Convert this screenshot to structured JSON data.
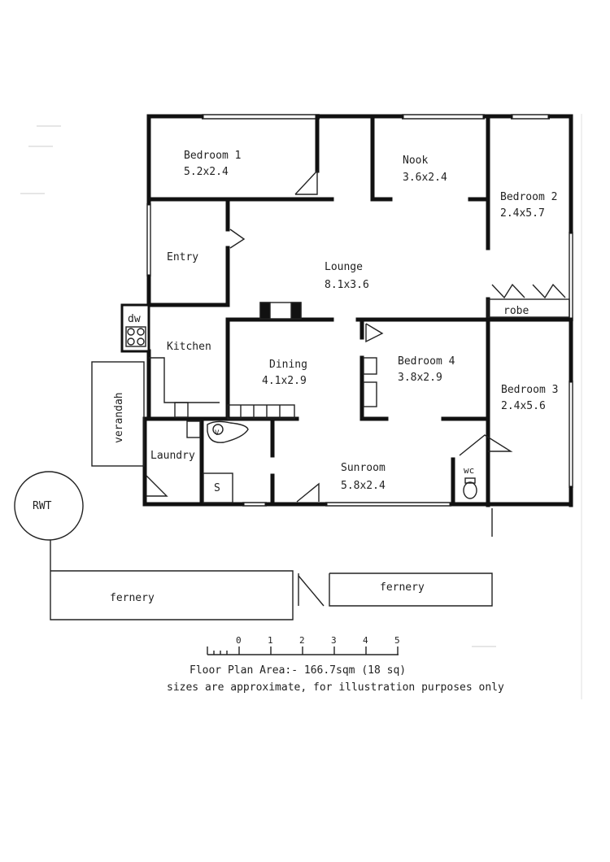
{
  "rooms": {
    "bedroom1": {
      "name": "Bedroom 1",
      "size": "5.2x2.4"
    },
    "nook": {
      "name": "Nook",
      "size": "3.6x2.4"
    },
    "bedroom2": {
      "name": "Bedroom 2",
      "size": "2.4x5.7"
    },
    "entry": {
      "name": "Entry"
    },
    "lounge": {
      "name": "Lounge",
      "size": "8.1x3.6"
    },
    "robe": {
      "name": "robe"
    },
    "kitchen": {
      "name": "Kitchen"
    },
    "dw": {
      "name": "dw"
    },
    "dining": {
      "name": "Dining",
      "size": "4.1x2.9"
    },
    "bedroom4": {
      "name": "Bedroom 4",
      "size": "3.8x2.9"
    },
    "bedroom3": {
      "name": "Bedroom 3",
      "size": "2.4x5.6"
    },
    "verandah": {
      "name": "verandah"
    },
    "laundry": {
      "name": "Laundry"
    },
    "shower": {
      "name": "S"
    },
    "sunroom": {
      "name": "Sunroom",
      "size": "5.8x2.4"
    },
    "wc": {
      "name": "wc"
    },
    "hws": {
      "name": "V"
    }
  },
  "outside": {
    "rwt": "RWT",
    "fernery_left": "fernery",
    "fernery_right": "fernery"
  },
  "scale": {
    "ticks": [
      "0",
      "1",
      "2",
      "3",
      "4",
      "5"
    ]
  },
  "footer": {
    "area": "Floor Plan Area:- 166.7sqm (18 sq)",
    "note": "sizes are approximate, for illustration purposes only"
  }
}
